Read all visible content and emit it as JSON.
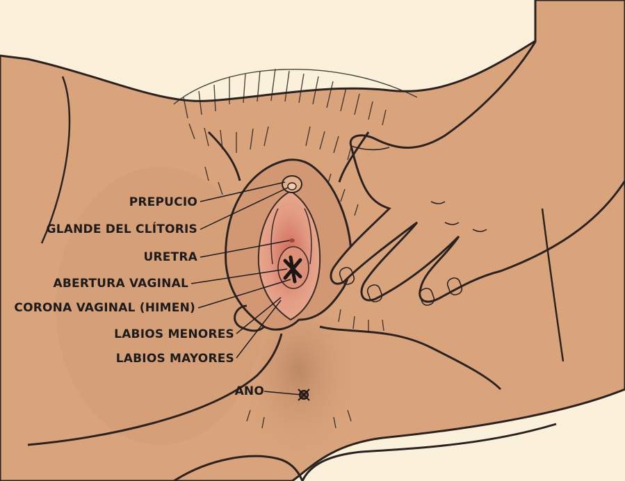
{
  "diagram": {
    "labels": {
      "prepuce": "PREPUCIO",
      "clitoral_glans": "GLANDE DEL CLÍTORIS",
      "urethra": "URETRA",
      "vaginal_opening": "ABERTURA VAGINAL",
      "vaginal_corona": "CORONA VAGINAL (HIMEN)",
      "labia_minora": "LABIOS MENORES",
      "labia_majora": "LABIOS MAYORES",
      "anus": "ANO"
    },
    "colors": {
      "background": "#fbf0d9",
      "skin": "#d9a37b",
      "skin_shadow": "#c48c67",
      "mucosa": "#e39a84",
      "hair": "#2b2522",
      "outline": "#2a2220"
    }
  }
}
